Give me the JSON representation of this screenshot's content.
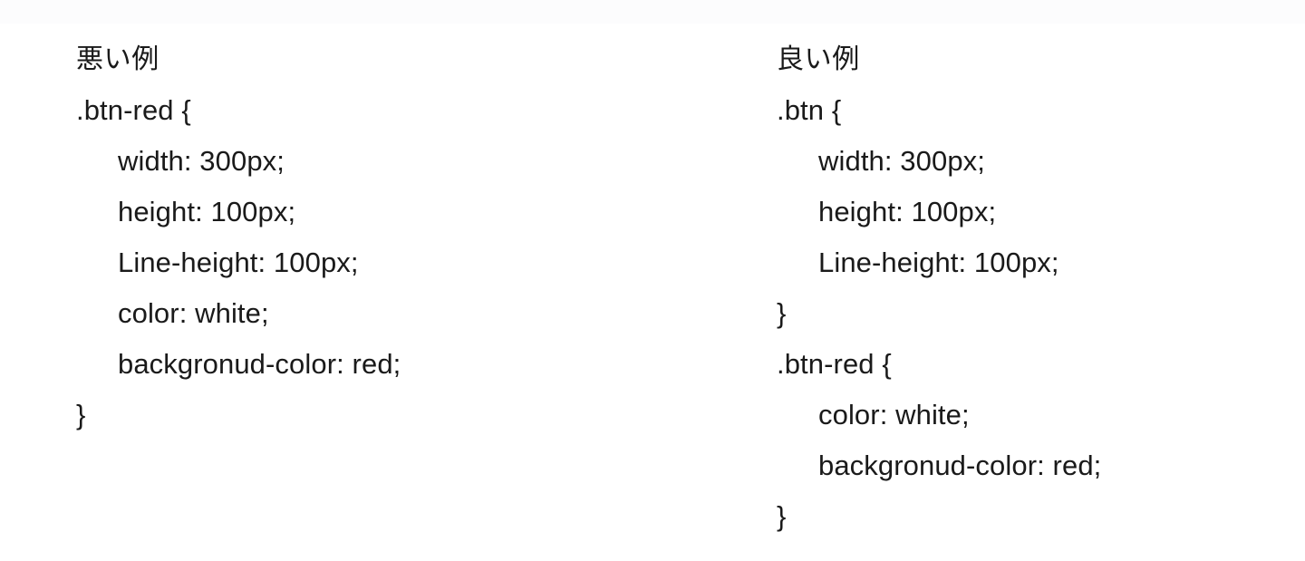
{
  "slide": {
    "background_color": "#ffffff",
    "text_color": "#1a1a1a"
  },
  "columns": [
    {
      "id": "bad-example",
      "heading": "悪い例",
      "lines": [
        {
          "text": ".btn-red {",
          "indent": 0
        },
        {
          "text": "width: 300px;",
          "indent": 1
        },
        {
          "text": "height: 100px;",
          "indent": 1
        },
        {
          "text": "Line-height: 100px;",
          "indent": 1
        },
        {
          "text": "color: white;",
          "indent": 1
        },
        {
          "text": "backgronud-color: red;",
          "indent": 1
        },
        {
          "text": "}",
          "indent": 0
        }
      ]
    },
    {
      "id": "good-example",
      "heading": "良い例",
      "lines": [
        {
          "text": ".btn {",
          "indent": 0
        },
        {
          "text": "width: 300px;",
          "indent": 1
        },
        {
          "text": "height: 100px;",
          "indent": 1
        },
        {
          "text": "Line-height: 100px;",
          "indent": 1
        },
        {
          "text": "}",
          "indent": 0
        },
        {
          "text": ".btn-red {",
          "indent": 0
        },
        {
          "text": "color: white;",
          "indent": 1
        },
        {
          "text": "backgronud-color: red;",
          "indent": 1
        },
        {
          "text": "}",
          "indent": 0
        }
      ]
    }
  ]
}
